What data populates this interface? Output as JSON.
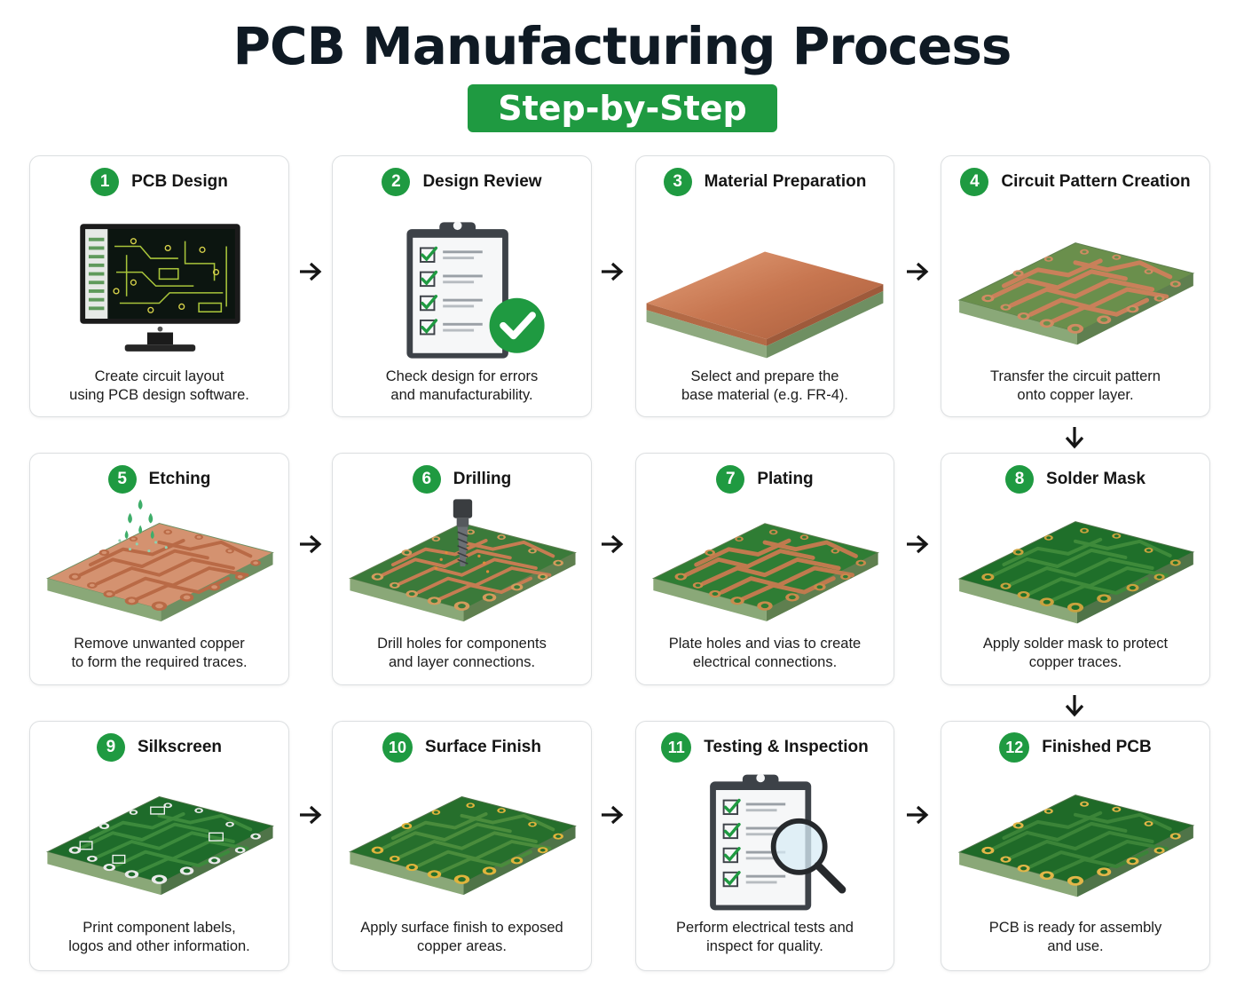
{
  "header": {
    "title": "PCB Manufacturing Process",
    "subtitle": "Step-by-Step"
  },
  "colors": {
    "brand_green": "#1f9a41",
    "board_green": "#2f7d34",
    "copper": "#c7784f",
    "text_dark": "#0f1a24"
  },
  "steps": [
    {
      "number": "1",
      "title": "PCB Design",
      "icon": "monitor-icon",
      "desc": [
        "Create circuit layout",
        "using PCB design software."
      ]
    },
    {
      "number": "2",
      "title": "Design Review",
      "icon": "clipboard-check-icon",
      "desc": [
        "Check design for errors",
        "and manufacturability."
      ]
    },
    {
      "number": "3",
      "title": "Material Preparation",
      "icon": "copper-laminate-icon",
      "desc": [
        "Select and prepare the",
        "base material (e.g. FR-4)."
      ]
    },
    {
      "number": "4",
      "title": "Circuit Pattern Creation",
      "icon": "pattern-board-icon",
      "desc": [
        "Transfer the circuit pattern",
        "onto copper layer."
      ]
    },
    {
      "number": "5",
      "title": "Etching",
      "icon": "etching-board-icon",
      "desc": [
        "Remove unwanted copper",
        "to form the required traces."
      ]
    },
    {
      "number": "6",
      "title": "Drilling",
      "icon": "drill-board-icon",
      "desc": [
        "Drill holes for components",
        "and layer connections."
      ]
    },
    {
      "number": "7",
      "title": "Plating",
      "icon": "plated-board-icon",
      "desc": [
        "Plate holes and vias to create",
        "electrical connections."
      ]
    },
    {
      "number": "8",
      "title": "Solder Mask",
      "icon": "solder-mask-board-icon",
      "desc": [
        "Apply solder mask to protect",
        "copper traces."
      ]
    },
    {
      "number": "9",
      "title": "Silkscreen",
      "icon": "silkscreen-board-icon",
      "desc": [
        "Print component labels,",
        "logos and other information."
      ]
    },
    {
      "number": "10",
      "title": "Surface Finish",
      "icon": "surface-finish-board-icon",
      "desc": [
        "Apply surface finish to exposed",
        "copper areas."
      ]
    },
    {
      "number": "11",
      "title": "Testing & Inspection",
      "icon": "clipboard-magnifier-icon",
      "desc": [
        "Perform electrical tests and",
        "inspect for quality."
      ]
    },
    {
      "number": "12",
      "title": "Finished PCB",
      "icon": "finished-board-icon",
      "desc": [
        "PCB is ready for assembly",
        "and use."
      ]
    }
  ],
  "flow": {
    "right_arrow": "arrow-right-icon",
    "down_arrow": "arrow-down-icon"
  }
}
